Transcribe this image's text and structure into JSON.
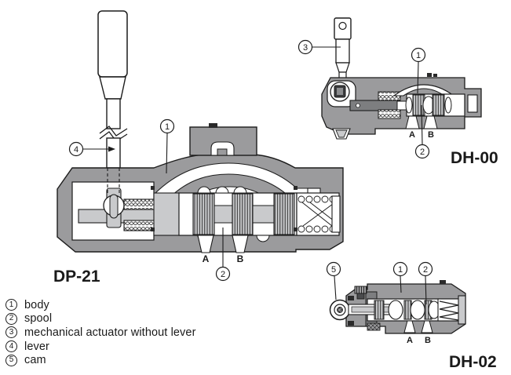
{
  "colors": {
    "body_gray": "#9b9b9d",
    "spool_gray": "#c9cacc",
    "dark_gray": "#7d7e80",
    "outline": "#1c1c1c",
    "background": "#ffffff"
  },
  "diagrams": {
    "dp21": {
      "label": "DP-21",
      "port_a": "A",
      "port_b": "B",
      "callout_body": "1",
      "callout_spool": "2",
      "callout_lever": "4"
    },
    "dh00": {
      "label": "DH-00",
      "port_a": "A",
      "port_b": "B",
      "callout_body": "1",
      "callout_spool": "2",
      "callout_actuator": "3"
    },
    "dh02": {
      "label": "DH-02",
      "port_a": "A",
      "port_b": "B",
      "callout_body": "1",
      "callout_spool": "2",
      "callout_cam": "5"
    }
  },
  "legend": {
    "items": [
      {
        "num": "1",
        "label": "body"
      },
      {
        "num": "2",
        "label": "spool"
      },
      {
        "num": "3",
        "label": "mechanical actuator without lever"
      },
      {
        "num": "4",
        "label": "lever"
      },
      {
        "num": "5",
        "label": "cam"
      }
    ]
  }
}
